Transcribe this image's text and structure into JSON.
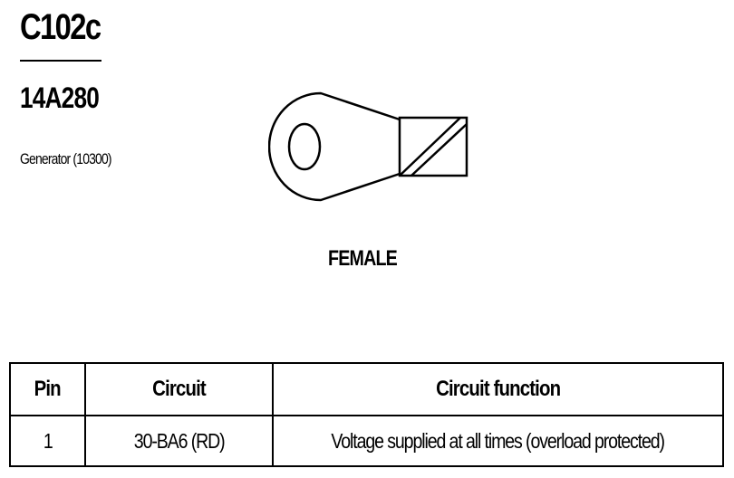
{
  "connector": {
    "id": "C102c",
    "part_number": "14A280",
    "component": "Generator (10300)"
  },
  "terminal_view": {
    "gender_label": "FEMALE"
  },
  "pin_table": {
    "headers": {
      "pin": "Pin",
      "circuit": "Circuit",
      "function": "Circuit function"
    },
    "rows": [
      {
        "pin": "1",
        "circuit": "30-BA6 (RD)",
        "function": "Voltage supplied at all times (overload protected)"
      }
    ]
  }
}
